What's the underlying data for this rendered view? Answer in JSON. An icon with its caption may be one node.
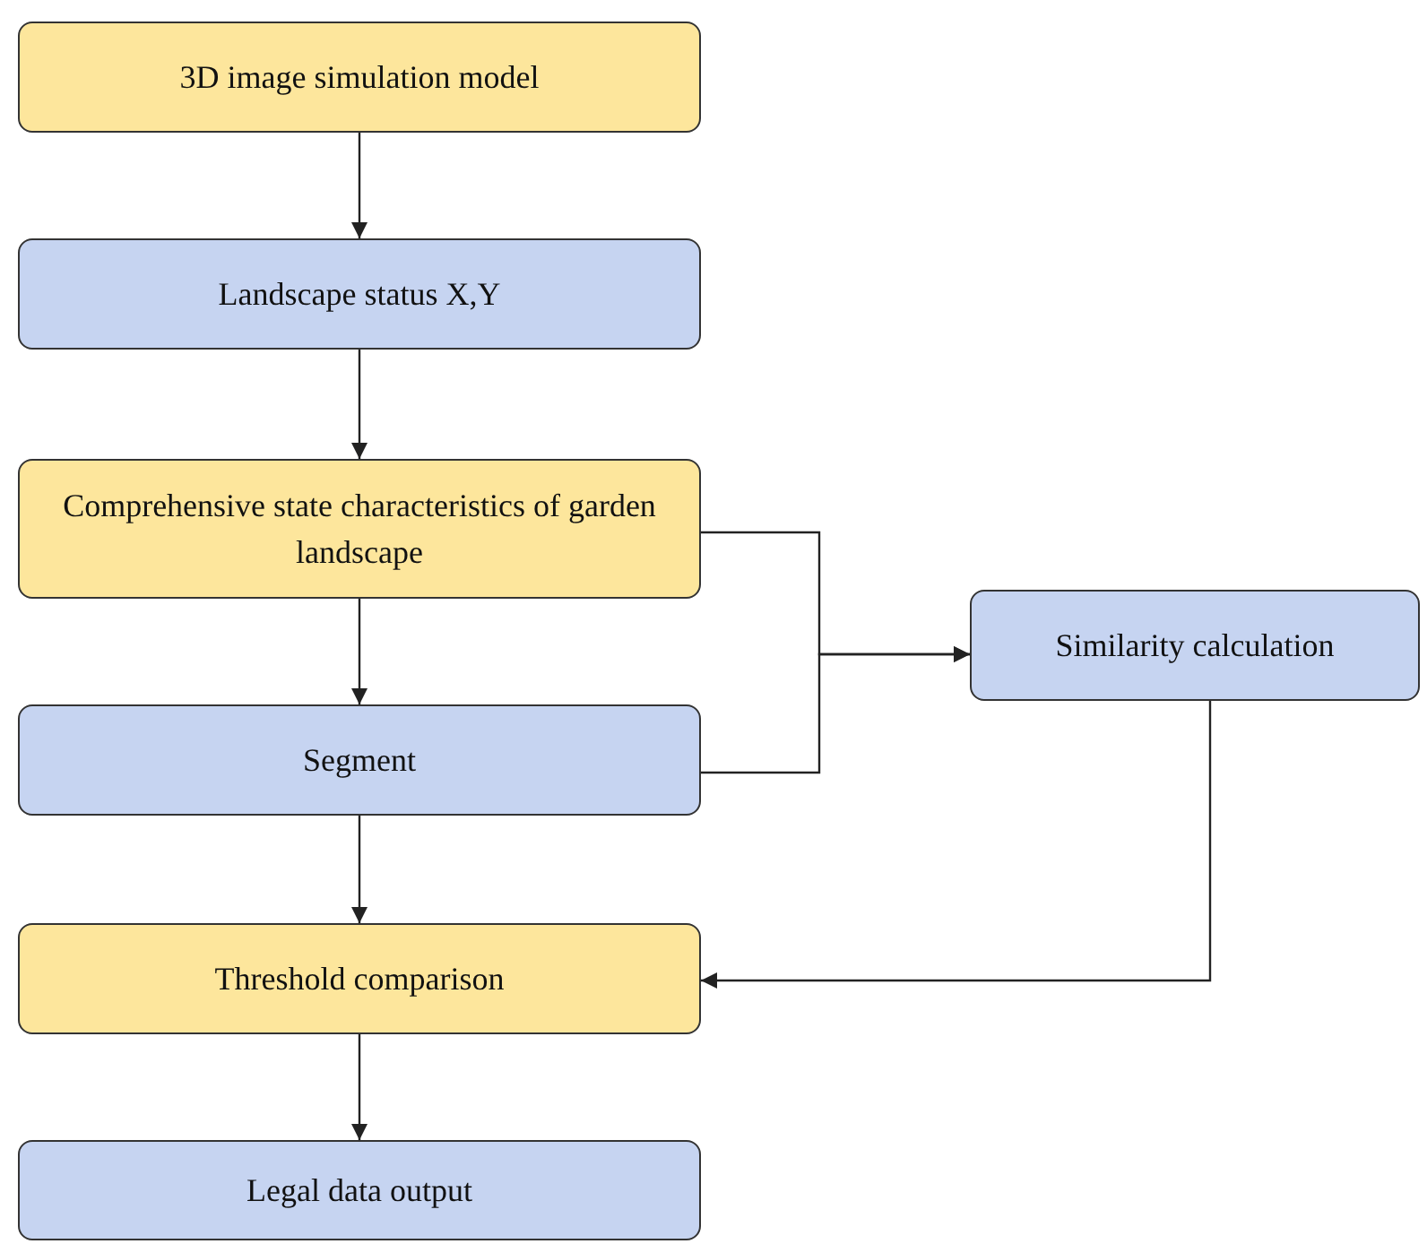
{
  "diagram": {
    "nodes": [
      {
        "text": [
          "3D image simulation model"
        ]
      },
      {
        "text": [
          "Landscape status X,Y"
        ]
      },
      {
        "text": [
          "Comprehensive state characteristics of garden landscape"
        ]
      },
      {
        "text": [
          "Segment"
        ]
      },
      {
        "text": [
          "Threshold comparison"
        ]
      },
      {
        "text": [
          "Legal data output"
        ]
      },
      {
        "text": [
          "Similarity calculation"
        ]
      }
    ],
    "edges": [
      {
        "from": 0,
        "to": 1,
        "arrow": "to"
      },
      {
        "from": 1,
        "to": 2,
        "arrow": "to"
      },
      {
        "from": 2,
        "to": 3,
        "arrow": "to"
      },
      {
        "from": 3,
        "to": 4,
        "arrow": "to"
      },
      {
        "from": 4,
        "to": 5,
        "arrow": "to"
      },
      {
        "from": 2,
        "to": 6,
        "arrow": "to"
      },
      {
        "from": 3,
        "to": 6,
        "arrow": "to"
      },
      {
        "from": 6,
        "to": 4,
        "arrow": "to"
      }
    ]
  }
}
